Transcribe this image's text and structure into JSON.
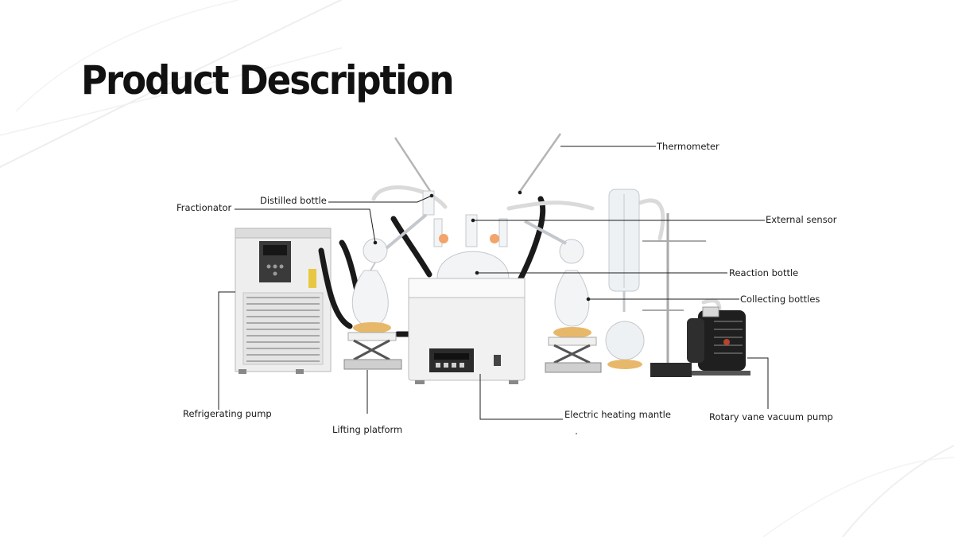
{
  "page": {
    "title": "Product Description"
  },
  "labels": {
    "thermometer": "Thermometer",
    "distilled_bottle": "Distilled bottle",
    "fractionator": "Fractionator",
    "external_sensor": "External sensor",
    "reaction_bottle": "Reaction bottle",
    "collecting_bottles": "Collecting bottles",
    "refrigerating_pump": "Refrigerating pump",
    "lifting_platform": "Lifting platform",
    "electric_heating_mantle": "Electric heating mantle",
    "rotary_vane_vacuum_pump": "Rotary vane vacuum pump"
  }
}
